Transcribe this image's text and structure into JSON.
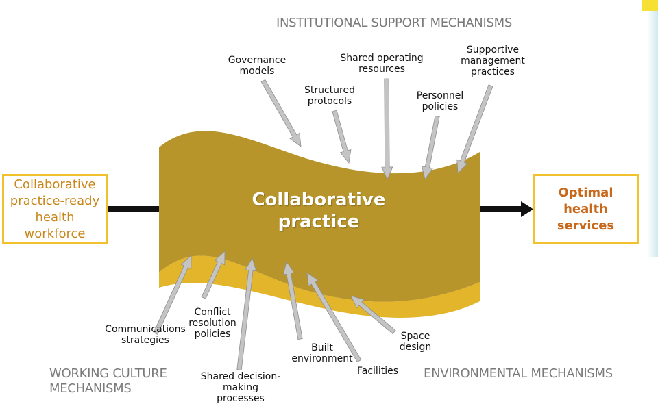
{
  "sections": {
    "institutional": "INSTITUTIONAL SUPPORT MECHANISMS",
    "working_culture": "WORKING CULTURE\nMECHANISMS",
    "environmental": "ENVIRONMENTAL MECHANISMS"
  },
  "input_box": "Collaborative\npractice-ready\nhealth\nworkforce",
  "output_box": "Optimal\nhealth\nservices",
  "center": "Collaborative\npractice",
  "labels": {
    "governance": "Governance\nmodels",
    "structured": "Structured\nprotocols",
    "shared_operating": "Shared operating\nresources",
    "personnel": "Personnel\npolicies",
    "supportive": "Supportive\nmanagement\npractices",
    "communications": "Communications\nstrategies",
    "conflict": "Conflict\nresolution\npolicies",
    "shared_decision": "Shared decision-\nmaking processes",
    "built": "Built\nenvironment",
    "facilities": "Facilities",
    "space": "Space\ndesign"
  },
  "colors": {
    "band": "#b8952a",
    "band_under": "#e3b52a",
    "box_border": "#f2c12e",
    "arrow": "#c4c4c4"
  }
}
